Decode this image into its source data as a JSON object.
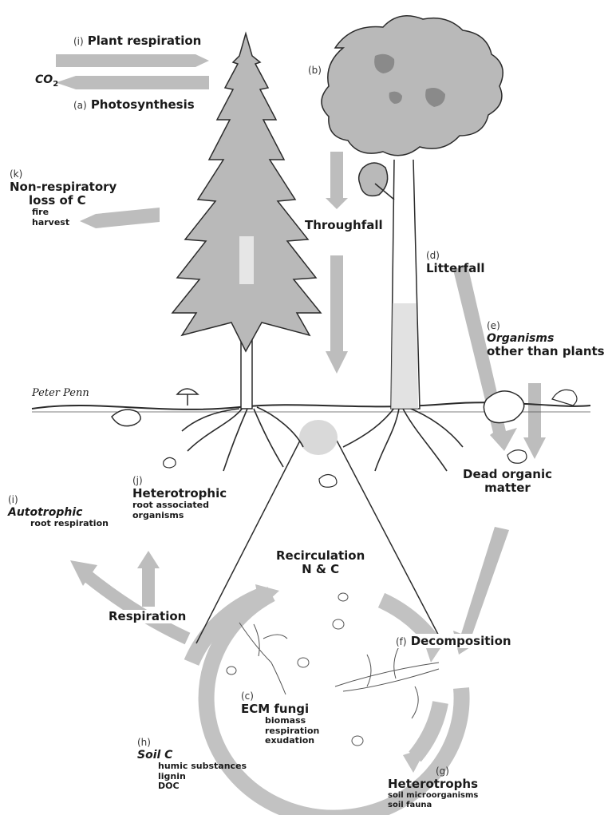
{
  "colors": {
    "arrow": "#bdbdbd",
    "canopy": "#b9b9b9",
    "canopy_dark": "#8a8a8a",
    "outline": "#2b2b2b",
    "highlight": "#d9d9d9"
  },
  "labels": {
    "plant_respiration": {
      "tag": "(i)",
      "text": "Plant respiration"
    },
    "co2": {
      "text": "CO",
      "sub": "2"
    },
    "photosynthesis": {
      "tag": "(a)",
      "text": "Photosynthesis"
    },
    "b_tag": "(b)",
    "non_respiratory": {
      "tag": "(k)",
      "line1": "Non-respiratory",
      "line2": "loss of C",
      "items": [
        "fire",
        "harvest"
      ]
    },
    "throughfall": "Throughfall",
    "litterfall": {
      "tag": "(d)",
      "text": "Litterfall"
    },
    "organisms": {
      "tag": "(e)",
      "line1": "Organisms",
      "line2": "other than plants"
    },
    "signature": "Peter Penn",
    "autotrophic": {
      "tag": "(i)",
      "text": "Autotrophic",
      "sub": "root respiration"
    },
    "heterotrophic": {
      "tag": "(j)",
      "text": "Heterotrophic",
      "sub1": "root associated",
      "sub2": "organisms"
    },
    "dead_organic": {
      "line1": "Dead organic",
      "line2": "matter"
    },
    "recirculation": {
      "line1": "Recirculation",
      "line2": "N & C"
    },
    "respiration": "Respiration",
    "decomposition": {
      "tag": "(f)",
      "text": "Decomposition"
    },
    "ecm": {
      "tag": "(c)",
      "text": "ECM fungi",
      "items": [
        "biomass",
        "respiration",
        "exudation"
      ]
    },
    "soil_c": {
      "tag": "(h)",
      "text": "Soil C",
      "items": [
        "humic substances",
        "lignin",
        "DOC"
      ]
    },
    "heterotrophs": {
      "tag": "(g)",
      "text": "Heterotrophs",
      "items": [
        "soil microorganisms",
        "soil fauna"
      ]
    }
  }
}
